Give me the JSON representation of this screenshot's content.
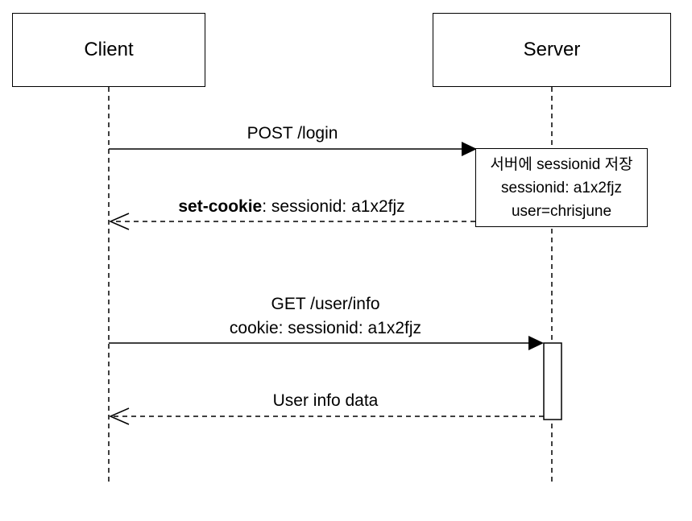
{
  "participants": {
    "client": "Client",
    "server": "Server"
  },
  "messages": {
    "login_request": "POST /login",
    "set_cookie_keyword": "set-cookie",
    "set_cookie_value": ": sessionid: a1x2fjz",
    "get_request_line1": "GET /user/info",
    "get_request_line2": "cookie: sessionid: a1x2fjz",
    "response": "User info data"
  },
  "note": {
    "line1": "서버에 sessionid 저장",
    "line2": "sessionid: a1x2fjz",
    "line3": "user=chrisjune"
  }
}
